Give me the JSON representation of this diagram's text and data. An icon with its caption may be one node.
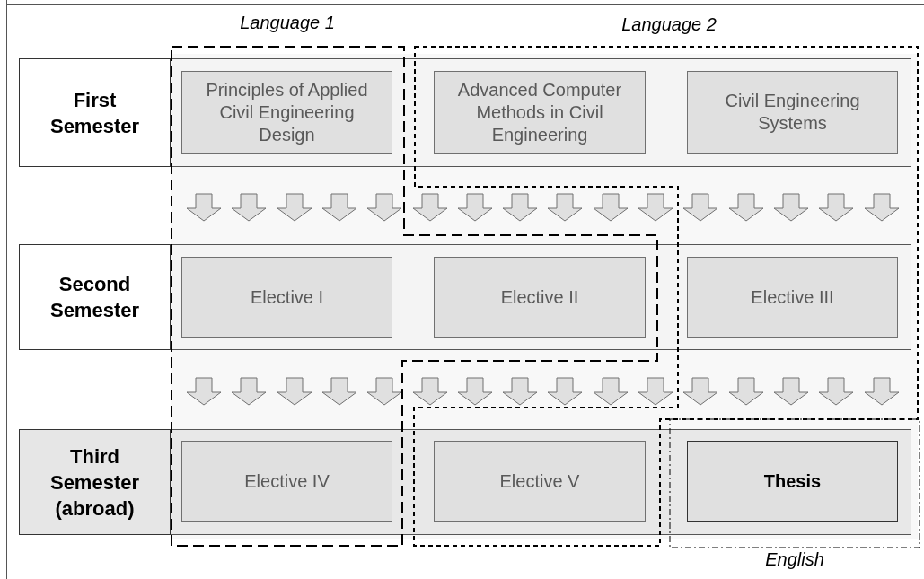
{
  "diagram": {
    "nodes": [
      {
        "text": [
          "Language 1"
        ]
      },
      {
        "text": [
          "Language 2"
        ]
      },
      {
        "text": [
          "English"
        ]
      },
      {
        "text": [
          "First Semester"
        ]
      },
      {
        "text": [
          "Principles of Applied Civil Engineering Design"
        ],
        "in": 0
      },
      {
        "text": [
          "Advanced Computer Methods in Civil Engineering"
        ],
        "in": 1
      },
      {
        "text": [
          "Civil Engineering Systems"
        ],
        "in": 1
      },
      {
        "text": [
          "Second Semester"
        ]
      },
      {
        "text": [
          "Elective I"
        ],
        "in": 0
      },
      {
        "text": [
          "Elective II"
        ],
        "in": 0
      },
      {
        "text": [
          "Elective III"
        ],
        "in": 1
      },
      {
        "text": [
          "Third Semester (abroad)"
        ]
      },
      {
        "text": [
          "Elective IV"
        ],
        "in": 0
      },
      {
        "text": [
          "Elective V"
        ],
        "in": 1
      },
      {
        "text": [
          "Thesis"
        ],
        "in": 2
      }
    ],
    "edges": []
  }
}
